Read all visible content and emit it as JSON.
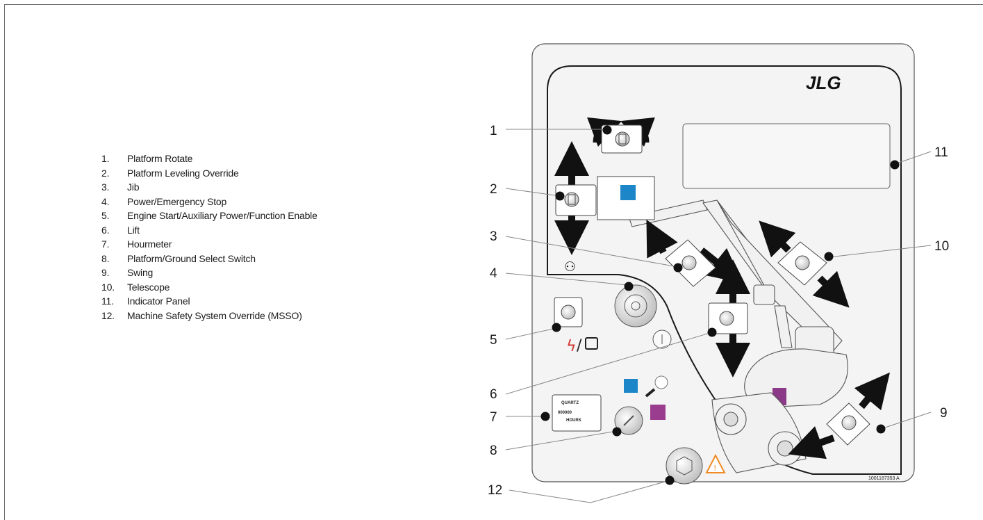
{
  "legend": [
    {
      "num": "1.",
      "label": "Platform Rotate"
    },
    {
      "num": "2.",
      "label": "Platform Leveling Override"
    },
    {
      "num": "3.",
      "label": "Jib"
    },
    {
      "num": "4.",
      "label": "Power/Emergency Stop"
    },
    {
      "num": "5.",
      "label": "Engine Start/Auxiliary Power/Function Enable"
    },
    {
      "num": "6.",
      "label": "Lift"
    },
    {
      "num": "7.",
      "label": "Hourmeter"
    },
    {
      "num": "8.",
      "label": "Platform/Ground Select Switch"
    },
    {
      "num": "9.",
      "label": "Swing"
    },
    {
      "num": "10.",
      "label": "Telescope"
    },
    {
      "num": "11.",
      "label": "Indicator Panel"
    },
    {
      "num": "12.",
      "label": "Machine Safety System Override (MSSO)"
    }
  ],
  "callouts": [
    "1",
    "2",
    "3",
    "4",
    "5",
    "6",
    "7",
    "8",
    "9",
    "10",
    "11",
    "12"
  ],
  "panel": {
    "brand": "JLG",
    "part_number": "1001187353 A",
    "hourmeter_brand": "QUARTZ",
    "hourmeter_units": "HOURS",
    "hourmeter_digits": "000000"
  },
  "colors": {
    "blue_indicator": "#1c86c8",
    "magenta_indicator": "#9b3d8f",
    "warning": "#f08a24",
    "power_symbol": "#d0342c"
  }
}
